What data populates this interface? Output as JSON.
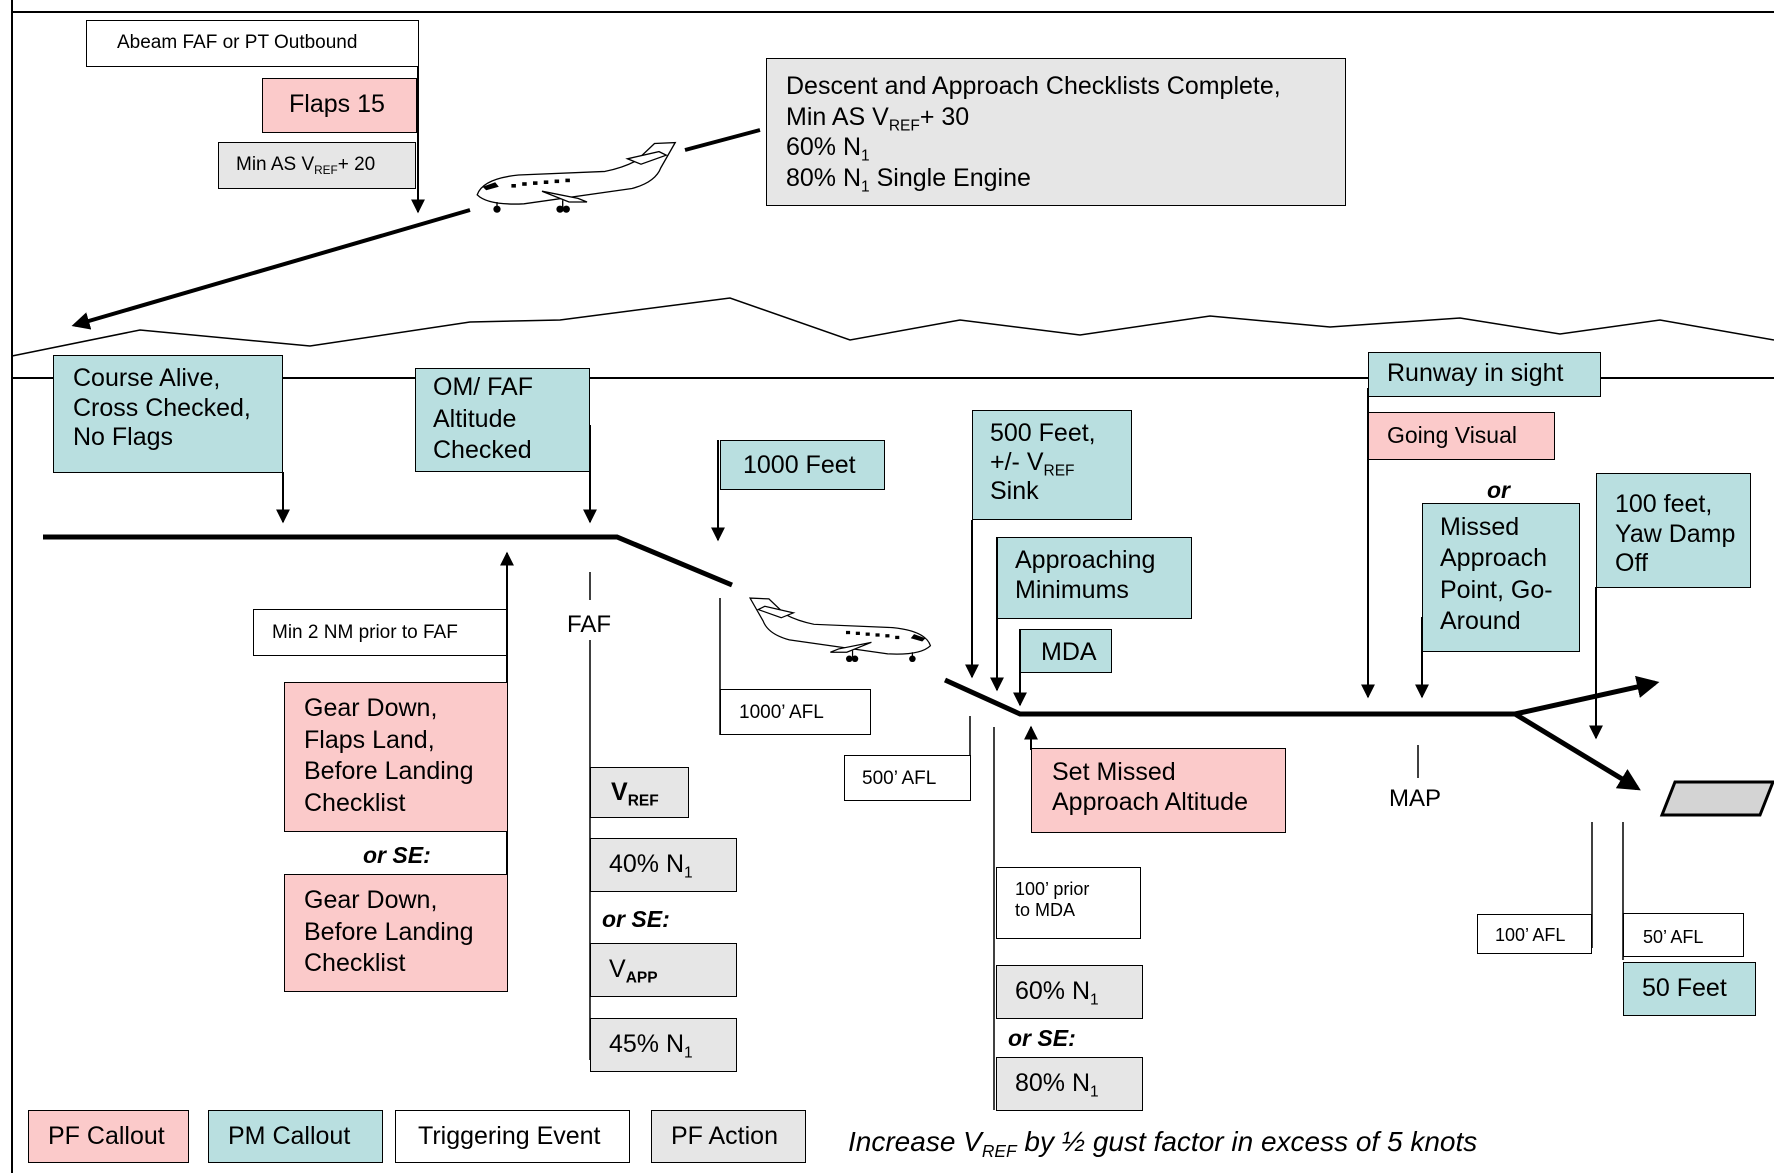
{
  "top": {
    "abeam": "Abeam FAF or PT Outbound",
    "flaps15": "Flaps 15",
    "min_as_20": {
      "pre": "Min AS V",
      "sub": "REF",
      "post": "+ 20"
    },
    "descent_box": {
      "line1": "Descent and Approach Checklists Complete,",
      "line2": {
        "pre": "Min AS V",
        "sub": "REF",
        "post": "+ 30"
      },
      "line3": {
        "pre": "60% N",
        "sub": "1",
        "post": ""
      },
      "line4": {
        "pre": "80% N",
        "sub": "1",
        "post": " Single Engine"
      }
    }
  },
  "callouts": {
    "course_alive": [
      "Course Alive,",
      "Cross Checked,",
      "No Flags"
    ],
    "om_faf": [
      "OM/ FAF",
      "Altitude",
      "Checked"
    ],
    "thousand_feet": "1000 Feet",
    "five_hundred": {
      "line1": "500 Feet,",
      "line2_pre": "+/- V",
      "line2_sub": "REF",
      "line3": "Sink"
    },
    "approaching_minimums": [
      "Approaching",
      "Minimums"
    ],
    "mda": "MDA",
    "runway_in_sight": "Runway in sight",
    "going_visual": "Going Visual",
    "or_runway": "or",
    "missed_approach": [
      "Missed",
      "Approach",
      "Point, Go-",
      "Around"
    ],
    "hundred_feet": [
      "100 feet,",
      "Yaw Damp",
      "Off"
    ],
    "fifty_feet": "50 Feet",
    "set_missed": [
      "Set Missed",
      "Approach Altitude"
    ]
  },
  "events": {
    "min_2nm": "Min 2 NM prior to FAF",
    "faf_label": "FAF",
    "afl_1000": "1000’ AFL",
    "afl_500": "500’ AFL",
    "prior_100": [
      "100’ prior",
      "to MDA"
    ],
    "map_label": "MAP",
    "afl_100": "100’ AFL",
    "afl_50": "50’ AFL"
  },
  "gear": {
    "gear_down_flaps": [
      "Gear Down,",
      "Flaps Land,",
      "Before Landing",
      "Checklist"
    ],
    "or_se": "or SE:",
    "gear_down_se": [
      "Gear Down,",
      "Before Landing",
      "Checklist"
    ]
  },
  "faf_actions": {
    "vref": {
      "pre": "V",
      "sub": "REF"
    },
    "n1_40": {
      "pre": "40% N",
      "sub": "1"
    },
    "or_se": "or SE:",
    "vapp": {
      "pre": "V",
      "sub": "APP"
    },
    "n1_45": {
      "pre": "45% N",
      "sub": "1"
    }
  },
  "mda_actions": {
    "n1_60": {
      "pre": "60% N",
      "sub": "1"
    },
    "or_se": "or SE:",
    "n1_80": {
      "pre": "80% N",
      "sub": "1"
    }
  },
  "legend": {
    "pf_callout": "PF Callout",
    "pm_callout": "PM Callout",
    "triggering_event": "Triggering Event",
    "pf_action": "PF Action"
  },
  "gust_note": {
    "pre": "Increase V",
    "sub": "REF",
    "post": " by ½ gust factor in excess of 5 knots"
  },
  "colors": {
    "pf_callout": "#fbcaca",
    "pm_callout": "#b9dfe0",
    "triggering_event": "#ffffff",
    "pf_action": "#e6e6e6"
  }
}
